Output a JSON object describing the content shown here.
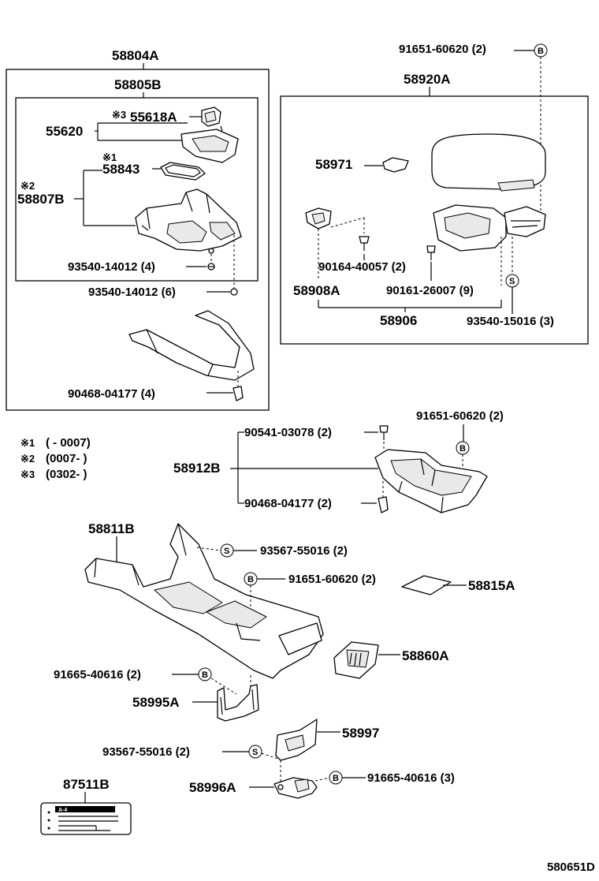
{
  "diagram_id": "580651D",
  "parts": {
    "p58804A": "58804A",
    "p58805B": "58805B",
    "p55618A": "55618A",
    "p55620": "55620",
    "p58843": "58843",
    "p58807B": "58807B",
    "p93540_14012_4": "93540-14012 (4)",
    "p93540_14012_6": "93540-14012 (6)",
    "p90468_04177_4": "90468-04177 (4)",
    "p91651_60620_2_top": "91651-60620 (2)",
    "p58920A": "58920A",
    "p58971": "58971",
    "p90164_40057_2": "90164-40057 (2)",
    "p58908A": "58908A",
    "p90161_26007_9": "90161-26007 (9)",
    "p58906": "58906",
    "p93540_15016_3": "93540-15016 (3)",
    "p91651_60620_2_mid": "91651-60620 (2)",
    "p90541_03078_2": "90541-03078 (2)",
    "p58912B": "58912B",
    "p90468_04177_2": "90468-04177 (2)",
    "p58811B": "58811B",
    "p93567_55016_2_a": "93567-55016 (2)",
    "p91651_60620_2_low": "91651-60620 (2)",
    "p58815A": "58815A",
    "p58860A": "58860A",
    "p91665_40616_2": "91665-40616 (2)",
    "p58995A": "58995A",
    "p58997": "58997",
    "p93567_55016_2_b": "93567-55016 (2)",
    "p58996A": "58996A",
    "p91665_40616_3": "91665-40616 (3)",
    "p87511B": "87511B"
  },
  "marks": {
    "n1": "※1",
    "n2": "※2",
    "n3": "※3",
    "B": "B",
    "S": "S"
  },
  "notes": [
    {
      "mark": "※1",
      "range": "(          - 0007)"
    },
    {
      "mark": "※2",
      "range": "(0007-          )"
    },
    {
      "mark": "※3",
      "range": "(0302-          )"
    }
  ],
  "label_text": "A-4"
}
